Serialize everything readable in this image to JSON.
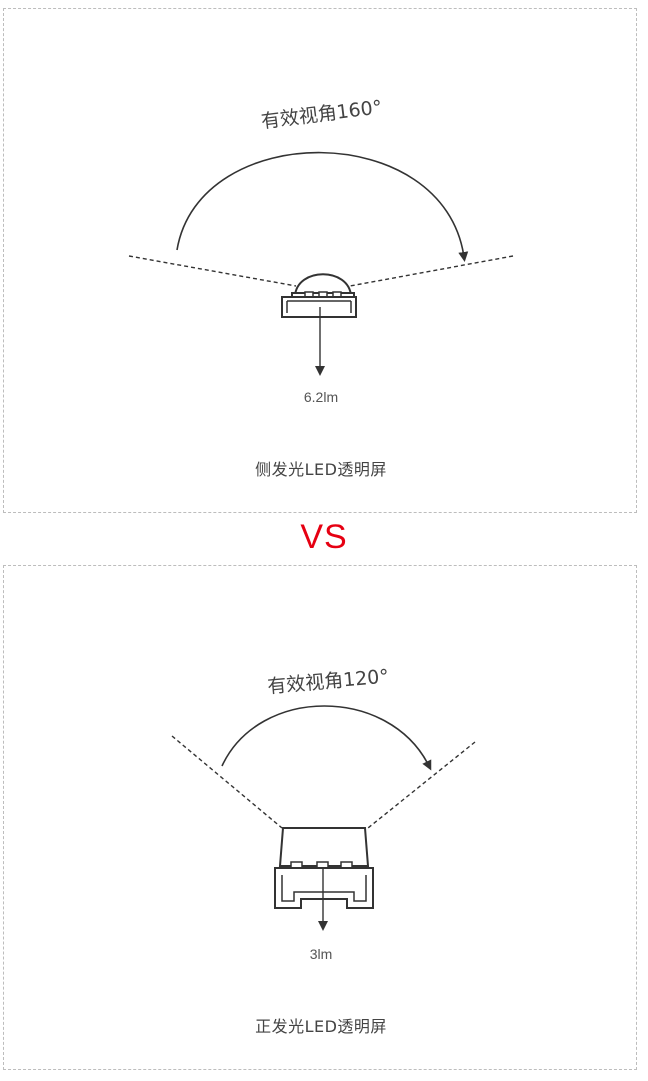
{
  "colors": {
    "accent": "#e60012",
    "stroke": "#333333",
    "border": "#bdbdbd"
  },
  "top_panel": {
    "angle_label": "有效视角160°",
    "lumen": "6.2lm",
    "caption": "侧发光LED透明屏"
  },
  "vs_label": "VS",
  "bottom_panel": {
    "angle_label": "有效视角120°",
    "lumen": "3lm",
    "caption": "正发光LED透明屏"
  }
}
